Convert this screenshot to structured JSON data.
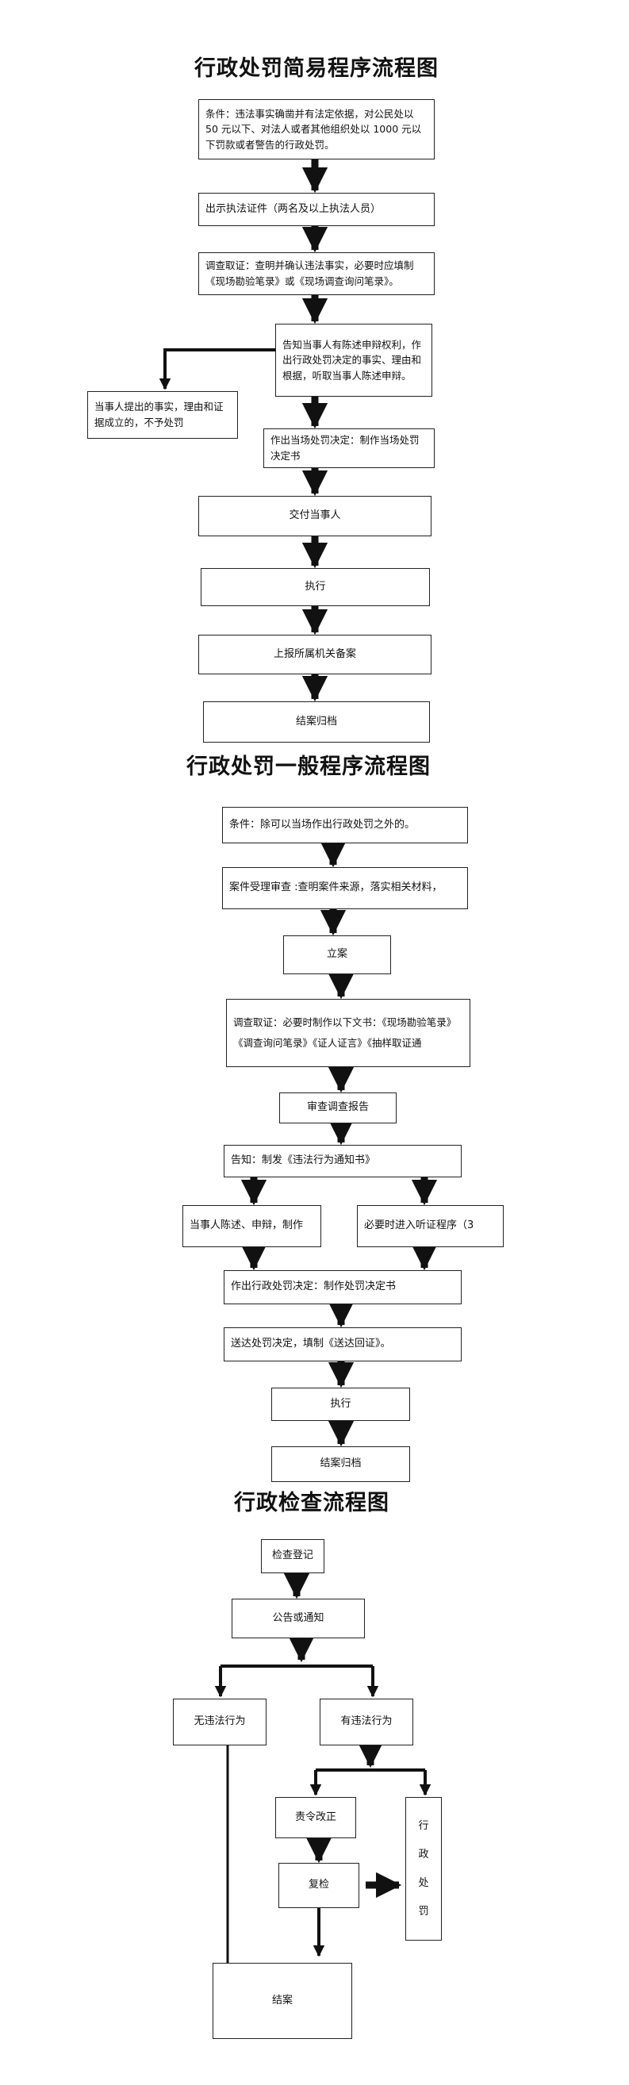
{
  "simple": {
    "title": "行政处罚简易程序流程图",
    "steps": {
      "condition": "条件：违法事实确凿并有法定依据，对公民处以 50 元以下、对法人或者其他组织处以 1000 元以下罚款或者警告的行政处罚。",
      "show_cert": "出示执法证件（两名及以上执法人员）",
      "investigate": "调查取证：查明并确认违法事实，必要时应填制《现场勘验笔录》或《现场调查询问笔录》。",
      "inform": "告知当事人有陈述申辩权利，作出行政处罚决定的事实、理由和根据，听取当事人陈述申辩。",
      "no_penalty": "当事人提出的事实，理由和证据成立的，不予处罚",
      "decision": "作出当场处罚决定：制作当场处罚决定书",
      "deliver": "交付当事人",
      "execute": "执行",
      "report": "上报所属机关备案",
      "close": "结案归档"
    }
  },
  "general": {
    "title": "行政处罚一般程序流程图",
    "steps": {
      "condition": "条件：除可以当场作出行政处罚之外的。",
      "accept": "案件受理审查 :查明案件来源，落实相关材料，",
      "file_case": "立案",
      "investigate": "调查取证：必要时制作以下文书：《现场勘验笔录》《调查询问笔录》《证人证言》《抽样取证通",
      "review": "审查调查报告",
      "notify": "告知：制发《违法行为通知书》",
      "statement": "当事人陈述、申辩，制作",
      "hearing": "必要时进入听证程序（3",
      "decision": "作出行政处罚决定：制作处罚决定书",
      "serve": "送达处罚决定，填制《送达回证》。",
      "execute": "执行",
      "close": "结案归档"
    }
  },
  "inspection": {
    "title": "行政检查流程图",
    "steps": {
      "register": "检查登记",
      "notice": "公告或通知",
      "no_violation": "无违法行为",
      "violation": "有违法行为",
      "rectify": "责令改正",
      "recheck": "复检",
      "penalty_chars": [
        "行",
        "政",
        "处",
        "罚"
      ],
      "close": "结案"
    }
  }
}
